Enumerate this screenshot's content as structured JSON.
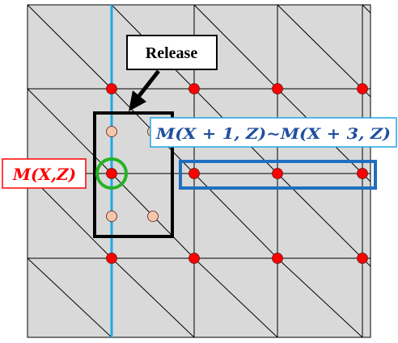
{
  "labels": {
    "release": "Release",
    "current_node": "M(X,Z)",
    "node_range": "M(X + 1, Z)~M(X + 3, Z)"
  },
  "colors": {
    "background": "#d9d9d9",
    "mesh_line": "#000000",
    "node_fill": "#ff0000",
    "released_node_fill": "#f4c7a8",
    "blue_line": "#1fa7e5",
    "green_circle": "#25b325",
    "range_box": "#1f6fbf",
    "current_label_text": "#ff0000",
    "current_label_border": "#ff0000",
    "range_label_text": "#1f4fa0",
    "range_label_border": "#1fa7e5",
    "release_box": "#000000"
  }
}
